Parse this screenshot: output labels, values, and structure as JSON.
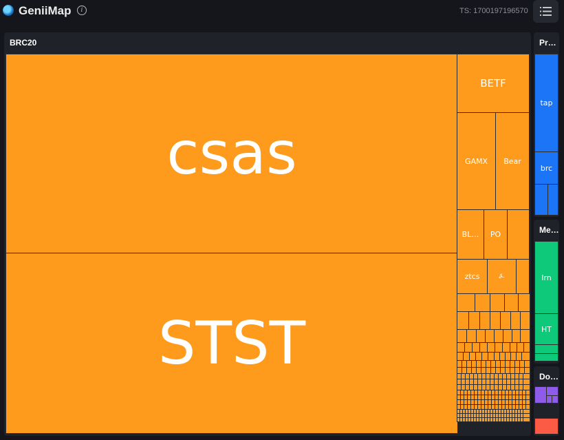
{
  "app": {
    "title": "GeniiMap",
    "timestamp": "TS: 1700197196570"
  },
  "colors": {
    "orange": "#ff9b1c",
    "blue": "#1c75f7",
    "green": "#0ec97a",
    "purple": "#8e5bea",
    "red": "#fb5a45",
    "background": "#15161b"
  },
  "sections": {
    "brc20": {
      "title": "BRC20",
      "tiles": {
        "csas": "csas",
        "stst": "STST",
        "betf": "BETF",
        "gamx": "GAMX",
        "bear": "Bear",
        "bl": "BL…",
        "po": "PO",
        "ztcs": "ztcs",
        "glyph": "⍼"
      }
    },
    "protocols": {
      "title": "Pr…",
      "tiles": {
        "tap": "tap",
        "brc": "brc"
      }
    },
    "meta": {
      "title": "Me…",
      "tiles": {
        "lrn": "lrn",
        "ht": "HT"
      }
    },
    "domains": {
      "title": "Do…"
    }
  }
}
